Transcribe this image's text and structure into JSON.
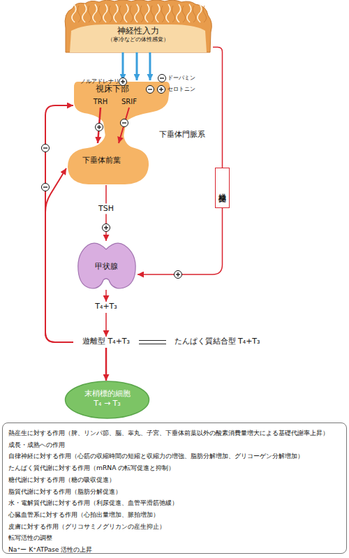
{
  "diagram": {
    "nodes": [
      {
        "text": [
          "神経性入力",
          "（寒冷などの体性感覚）"
        ]
      },
      {
        "text": [
          "視床下部"
        ]
      },
      {
        "text": [
          "TRH"
        ],
        "in": 1
      },
      {
        "text": [
          "SRIF"
        ],
        "in": 1
      },
      {
        "text": [
          "下垂体前葉"
        ]
      },
      {
        "text": [
          "交感神経"
        ]
      },
      {
        "text": [
          "甲状腺"
        ]
      },
      {
        "text": [
          "T₄+T₃"
        ]
      },
      {
        "text": [
          "遊離型 T₄+T₃"
        ]
      },
      {
        "text": [
          "たんぱく質結合型 T₄+T₃"
        ]
      },
      {
        "text": [
          "末梢標的細胞",
          "T₄ → T₃"
        ]
      },
      {
        "text": [
          "熱産生に対する作用（脾、リンパ節、脳、睾丸、子宮、下垂体前葉以外の酸素消費量増大による基礎代謝率上昇）",
          "成長・成熟への作用",
          "自律神経に対する作用（心筋の収縮時間の短縮と収縮力の増強、脂肪分解増加、グリコーゲン分解増加）",
          "たんぱく質代謝に対する作用（mRNA の転写促進と抑制）",
          "糖代謝に対する作用（糖の吸収促進）",
          "脂質代謝に対する作用（脂肪分解促進）",
          "水・電解質代謝に対する作用（利尿促進、血管平滑筋弛緩）",
          "心臓血管系に対する作用（心拍出量増加、脈拍増加）",
          "皮膚に対する作用（グリコサミノグリカンの産生抑止）",
          "転写活性の調整",
          "Na⁺ー K⁺ATPase 活性の上昇"
        ]
      }
    ],
    "edges": [
      {
        "from": 0,
        "to": 1,
        "arrow": "to"
      },
      {
        "from": 0,
        "to": 1,
        "arrow": "to"
      },
      {
        "from": 0,
        "to": 1,
        "arrow": "to"
      },
      {
        "from": 2,
        "to": 4,
        "arrow": "to"
      },
      {
        "from": 3,
        "to": 4,
        "arrow": "to"
      },
      {
        "from": 4,
        "to": 6,
        "label": "TSH",
        "arrow": "to"
      },
      {
        "from": 0,
        "to": 5,
        "arrow": "none"
      },
      {
        "from": 5,
        "to": 6,
        "arrow": "to"
      },
      {
        "from": 6,
        "to": 7,
        "arrow": "to"
      },
      {
        "from": 7,
        "to": 8,
        "arrow": "to"
      },
      {
        "from": 8,
        "to": 9,
        "arrow": "none"
      },
      {
        "from": 8,
        "to": 10,
        "arrow": "to"
      },
      {
        "from": 8,
        "to": 1,
        "arrow": "to"
      },
      {
        "from": 8,
        "to": 4,
        "arrow": "to"
      }
    ],
    "labels": [
      "ノルアドレナリン",
      "ドーパミン",
      "セロトニン",
      "下垂体門脈系"
    ]
  }
}
